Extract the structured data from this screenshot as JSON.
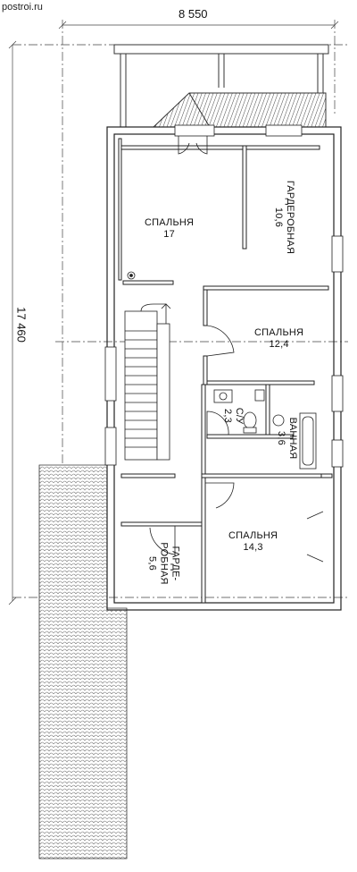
{
  "watermark": "postroi.ru",
  "dimensions": {
    "width": "8 550",
    "length": "17 460"
  },
  "rooms": [
    {
      "id": "bedroom-17",
      "name": "СПАЛЬНЯ",
      "area": "17"
    },
    {
      "id": "wardrobe-10",
      "name": "ГАРДЕРОБНАЯ",
      "area": "10,6"
    },
    {
      "id": "bedroom-12",
      "name": "СПАЛЬНЯ",
      "area": "12,4"
    },
    {
      "id": "wc",
      "name": "С/У",
      "area": "2,3"
    },
    {
      "id": "bathroom",
      "name": "ВАННАЯ",
      "area": "3,6"
    },
    {
      "id": "bedroom-14",
      "name": "СПАЛЬНЯ",
      "area": "14,3"
    },
    {
      "id": "wardrobe-5",
      "name_line1": "ГАРДЕ-",
      "name_line2": "РОБНАЯ",
      "area": "5,6"
    }
  ],
  "colors": {
    "line": "#222222",
    "wall_fill": "#ffffff",
    "tile": "#555555"
  }
}
